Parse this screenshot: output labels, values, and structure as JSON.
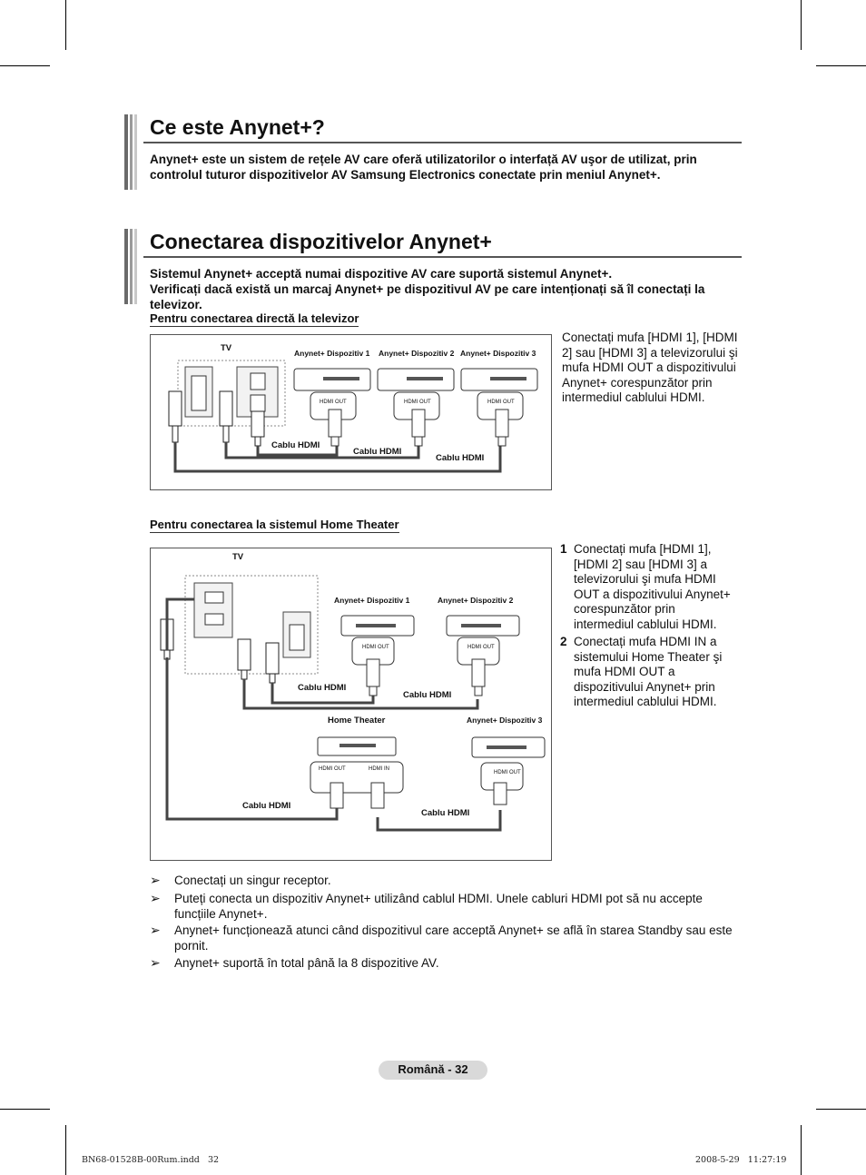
{
  "section1": {
    "title": "Ce este Anynet+?",
    "text": "Anynet+ este un sistem de rețele AV care oferă utilizatorilor o interfață AV uşor de utilizat, prin controlul tuturor dispozitivelor AV Samsung Electronics conectate prin meniul Anynet+."
  },
  "section2": {
    "title": "Conectarea dispozitivelor Anynet+",
    "line1": "Sistemul Anynet+ acceptă numai dispozitive AV care suportă sistemul Anynet+.",
    "line2": "Verificați dacă există un marcaj Anynet+ pe dispozitivul AV pe care intenționați să îl conectați la televizor."
  },
  "direct": {
    "heading": "Pentru conectarea directă la televizor",
    "tv_label": "TV",
    "device1": "Anynet+ Dispozitiv 1",
    "device2": "Anynet+ Dispozitiv 2",
    "device3": "Anynet+ Dispozitiv 3",
    "hdmi_out": "HDMI OUT",
    "cable1": "Cablu HDMI",
    "cable2": "Cablu HDMI",
    "cable3": "Cablu HDMI",
    "description": "Conectați mufa [HDMI 1], [HDMI 2] sau [HDMI 3] a televizorului şi mufa HDMI OUT a dispozitivului Anynet+ corespunzător prin intermediul cablului HDMI."
  },
  "hometheater": {
    "heading": "Pentru conectarea la sistemul Home Theater",
    "tv_label": "TV",
    "device1": "Anynet+ Dispozitiv 1",
    "device2": "Anynet+ Dispozitiv 2",
    "device3": "Anynet+ Dispozitiv 3",
    "ht_label": "Home Theater",
    "hdmi_out": "HDMI OUT",
    "hdmi_in": "HDMI IN",
    "cable1": "Cablu HDMI",
    "cable2": "Cablu HDMI",
    "cable3": "Cablu HDMI",
    "cable4": "Cablu HDMI",
    "steps": [
      {
        "num": "1",
        "text": "Conectați mufa [HDMI 1], [HDMI 2] sau [HDMI 3] a televizorului şi mufa HDMI OUT a dispozitivului Anynet+ corespunzător prin intermediul cablului HDMI."
      },
      {
        "num": "2",
        "text": "Conectați mufa HDMI IN a sistemului Home Theater şi mufa HDMI OUT a dispozitivului Anynet+ prin intermediul cablului HDMI."
      }
    ]
  },
  "notes": [
    "Conectați un singur receptor.",
    "Puteți conecta un dispozitiv Anynet+ utilizând cablul HDMI. Unele cabluri HDMI pot să nu accepte funcțiile Anynet+.",
    "Anynet+ funcționează atunci când dispozitivul care acceptă Anynet+ se află în starea Standby sau este pornit.",
    "Anynet+ suportă în total până la 8 dispozitive AV."
  ],
  "footer": {
    "page_label": "Română - 32",
    "imprint_left": "BN68-01528B-00Rum.indd   32",
    "imprint_right": "2008-5-29   11:27:19"
  }
}
